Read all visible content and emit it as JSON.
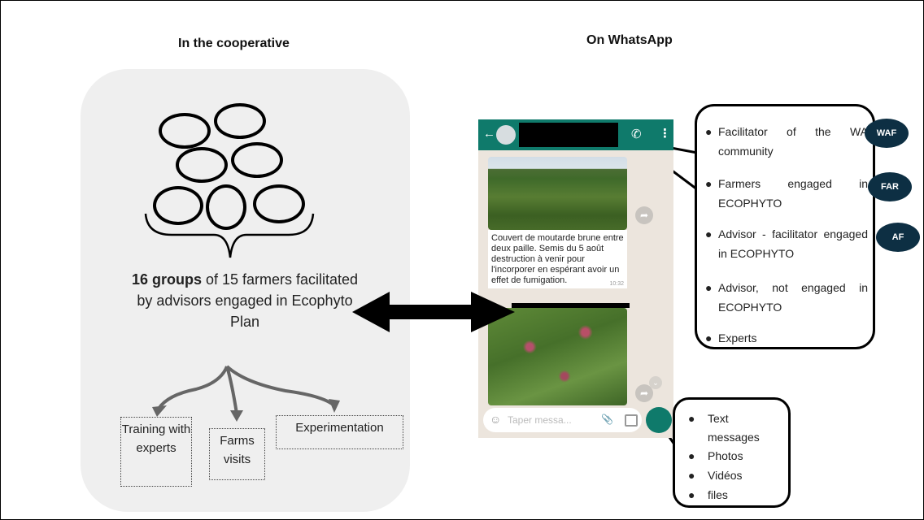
{
  "headings": {
    "left": "In the cooperative",
    "right": "On WhatsApp"
  },
  "cooperative": {
    "main_bold": "16 groups",
    "main_rest": " of 15 farmers facilitated by advisors engaged in Ecophyto Plan",
    "activities": [
      "Training with experts",
      "Farms visits",
      "Experimentation"
    ]
  },
  "whatsapp": {
    "message_text": "Couvert de moutarde brune entre deux paille. Semis du 5 août destruction à venir pour l'incorporer en espérant avoir un effet de fumigation.",
    "message_time": "10:32",
    "input_placeholder": "Taper messa...",
    "header_color": "#0f7a6b"
  },
  "participants": {
    "items": [
      "Facilitator of the WA community",
      "Farmers engaged in ECOPHYTO",
      "Advisor - facilitator engaged in ECOPHYTO",
      "Advisor, not engaged in ECOPHYTO",
      "Experts"
    ],
    "tags": [
      "WAF",
      "FAR",
      "AF"
    ],
    "tag_color": "#0d2f43"
  },
  "media": {
    "items": [
      "Text messages",
      "Photos",
      "Vidéos",
      "files"
    ]
  }
}
